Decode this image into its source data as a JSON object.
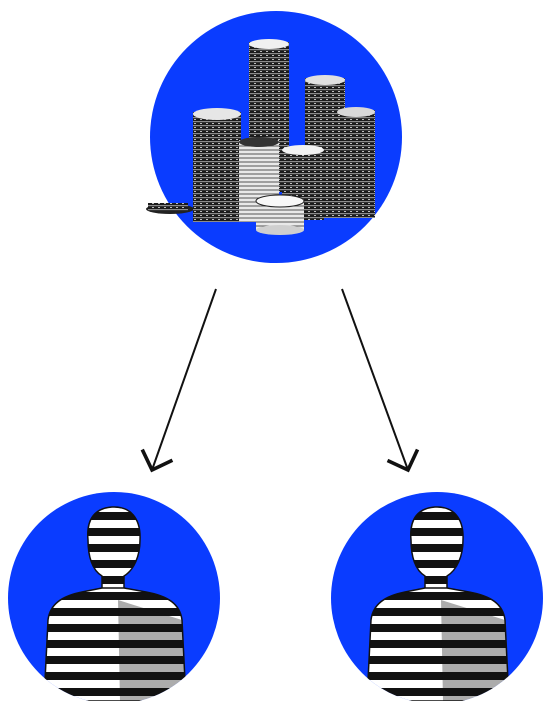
{
  "colors": {
    "circle": "#0a3cff",
    "ink": "#111111",
    "background": "#ffffff"
  },
  "nodes": {
    "source": {
      "icon": "coin-stacks-icon"
    },
    "left": {
      "icon": "person-bust-icon"
    },
    "right": {
      "icon": "person-bust-icon"
    }
  },
  "edges": [
    {
      "from": "source",
      "to": "left"
    },
    {
      "from": "source",
      "to": "right"
    }
  ]
}
